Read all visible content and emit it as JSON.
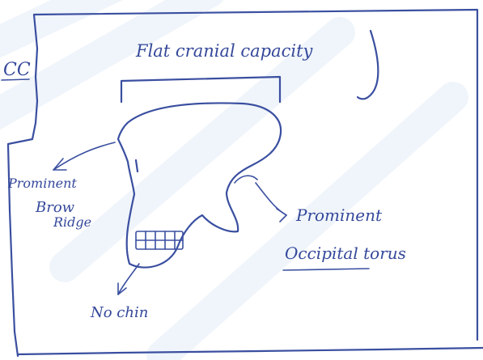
{
  "labels": {
    "top_left": "CC",
    "cranial": "Flat cranial capacity",
    "brow_1": "Prominent",
    "brow_2": "Brow",
    "brow_3": "Ridge",
    "occipital_1": "Prominent",
    "occipital_2": "Occipital torus",
    "chin": "No chin"
  },
  "colors": {
    "ink": "#3a4fa0",
    "paper": "#ffffff",
    "watermark": "#e4ecf8"
  }
}
